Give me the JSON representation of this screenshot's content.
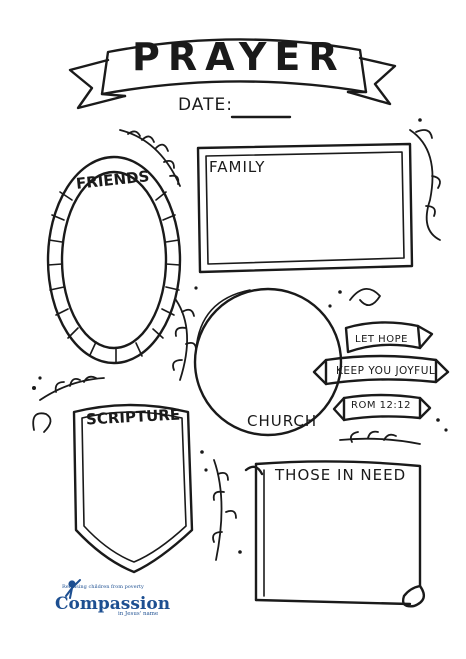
{
  "page": {
    "title": "PRAYER",
    "date_label": "DATE:",
    "sections": {
      "friends": "FRIENDS",
      "family": "FAMILY",
      "church": "CHURCH",
      "scripture": "SCRIPTURE",
      "those_in_need": "THOSE IN NEED"
    },
    "verse": {
      "line1": "LET HOPE",
      "line2": "KEEP YOU JOYFUL",
      "reference": "ROM 12:12"
    },
    "logo": {
      "brand": "Compassion",
      "tagline_top": "Releasing children from poverty",
      "tagline_bottom": "in Jesus' name",
      "icon": "compassion-child-logo-icon",
      "color": "#1d4f91"
    }
  }
}
